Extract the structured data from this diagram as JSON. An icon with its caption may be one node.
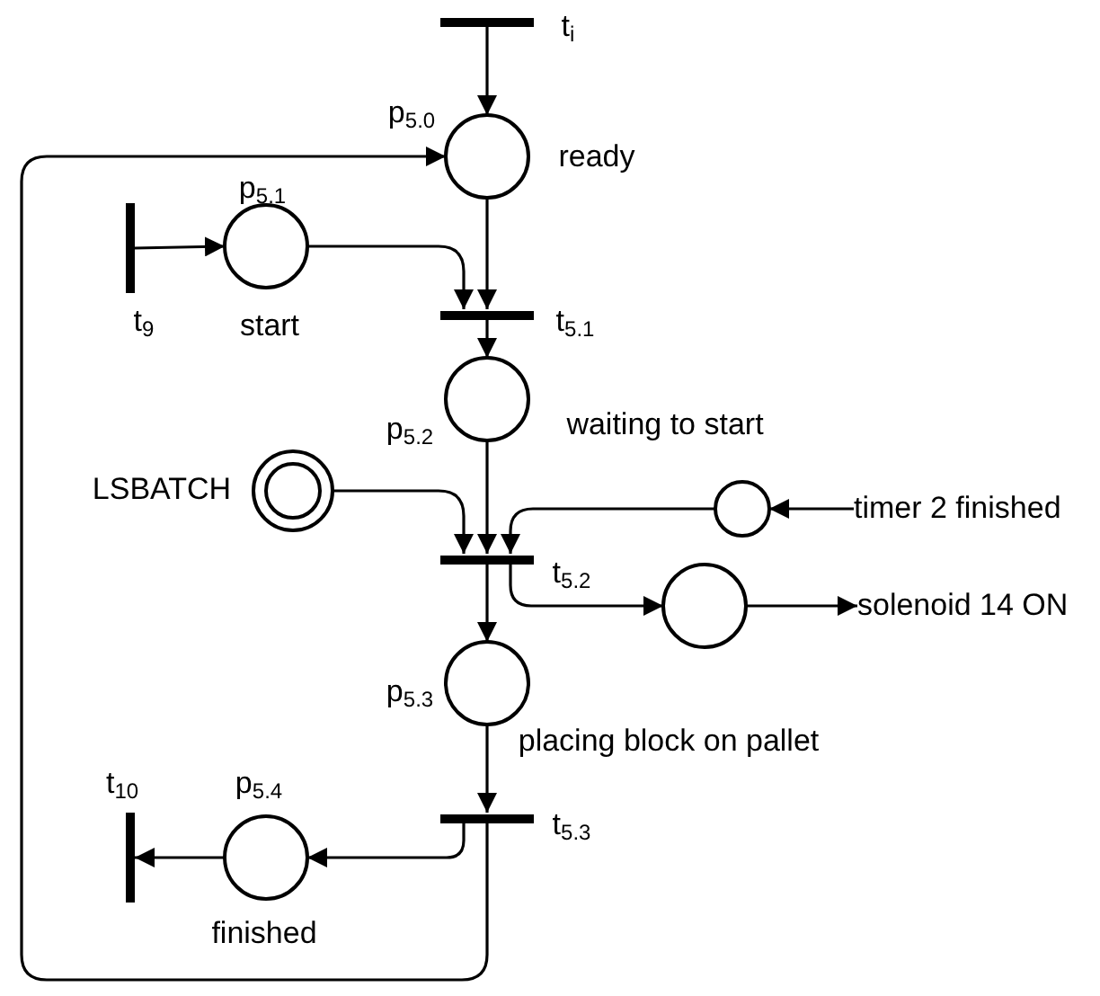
{
  "diagram": {
    "nodes": [
      {
        "text": [],
        "shape": "bar",
        "beside": [
          "t$_{i}$"
        ]
      },
      {
        "text": [],
        "shape": "circle",
        "beside": [
          "p$_{5.0}$",
          "ready"
        ]
      },
      {
        "text": [],
        "shape": "bar",
        "beside": [
          "t$_{9}$"
        ]
      },
      {
        "text": [],
        "shape": "circle",
        "beside": [
          "p$_{5.1}$",
          "start"
        ]
      },
      {
        "text": [],
        "shape": "bar",
        "beside": [
          "t$_{5.1}$"
        ]
      },
      {
        "text": [],
        "shape": "circle",
        "beside": [
          "p$_{5.2}$",
          "waiting to start"
        ]
      },
      {
        "text": [],
        "shape": "ring",
        "beside": [
          "LSBATCH"
        ]
      },
      {
        "text": [],
        "shape": "circle"
      },
      {
        "text": [
          "timer 2 finished"
        ]
      },
      {
        "text": [],
        "shape": "bar",
        "beside": [
          "t$_{5.2}$"
        ]
      },
      {
        "text": [],
        "shape": "circle"
      },
      {
        "text": [
          "solenoid 14 ON"
        ]
      },
      {
        "text": [],
        "shape": "circle",
        "beside": [
          "p$_{5.3}$",
          "placing block on pallet"
        ]
      },
      {
        "text": [],
        "shape": "bar",
        "beside": [
          "t$_{5.3}$"
        ]
      },
      {
        "text": [],
        "shape": "bar",
        "beside": [
          "t$_{10}$"
        ]
      },
      {
        "text": [],
        "shape": "circle",
        "beside": [
          "p$_{5.4}$",
          "finished"
        ]
      }
    ],
    "edges": [
      {
        "from": 0,
        "to": 1,
        "arrow": "to"
      },
      {
        "from": 1,
        "to": 4,
        "arrow": "to"
      },
      {
        "from": 2,
        "to": 3,
        "arrow": "to"
      },
      {
        "from": 3,
        "to": 4,
        "arrow": "to"
      },
      {
        "from": 4,
        "to": 5,
        "arrow": "to"
      },
      {
        "from": 5,
        "to": 9,
        "arrow": "to"
      },
      {
        "from": 6,
        "to": 9,
        "arrow": "to"
      },
      {
        "from": 7,
        "to": 9,
        "arrow": "to"
      },
      {
        "from": 8,
        "to": 7,
        "arrow": "to"
      },
      {
        "from": 9,
        "to": 10,
        "arrow": "to"
      },
      {
        "from": 10,
        "to": 11,
        "arrow": "to"
      },
      {
        "from": 9,
        "to": 12,
        "arrow": "to"
      },
      {
        "from": 12,
        "to": 13,
        "arrow": "to"
      },
      {
        "from": 13,
        "to": 15,
        "arrow": "to"
      },
      {
        "from": 15,
        "to": 14,
        "arrow": "to"
      },
      {
        "from": 13,
        "to": 1,
        "arrow": "to"
      }
    ]
  }
}
